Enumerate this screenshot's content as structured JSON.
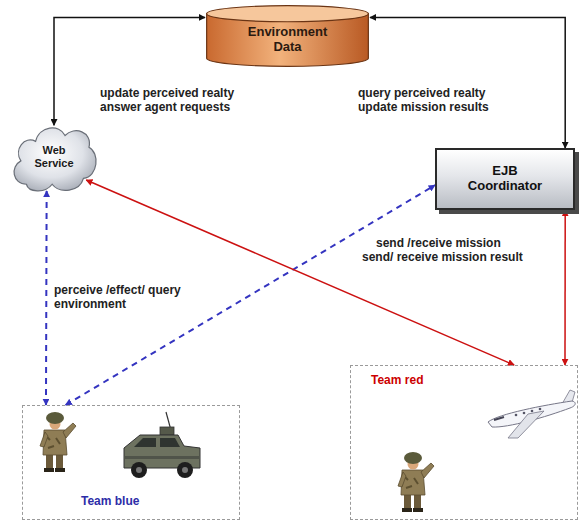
{
  "diagram": {
    "nodes": [
      {
        "text": [
          "Environment Data"
        ]
      },
      {
        "text": [
          "Web Service"
        ]
      },
      {
        "text": [
          "EJB Coordinator"
        ]
      },
      {
        "text": [
          "Team blue"
        ]
      },
      {
        "text": [
          "Team red"
        ]
      }
    ],
    "edges": [
      {
        "from": 0,
        "to": 1,
        "arrow": "both",
        "label": "update perceived realty answer agent requests"
      },
      {
        "from": 0,
        "to": 2,
        "arrow": "both",
        "label": "query perceived realty update mission results"
      },
      {
        "from": 1,
        "to": 3,
        "arrow": "both",
        "label": "perceive /effect/ query environment"
      },
      {
        "from": 3,
        "to": 2,
        "arrow": "both"
      },
      {
        "from": 1,
        "to": 4,
        "arrow": "both"
      },
      {
        "from": 2,
        "to": 4,
        "arrow": "both",
        "label": "send /receive mission send/ receive mission result"
      }
    ]
  }
}
